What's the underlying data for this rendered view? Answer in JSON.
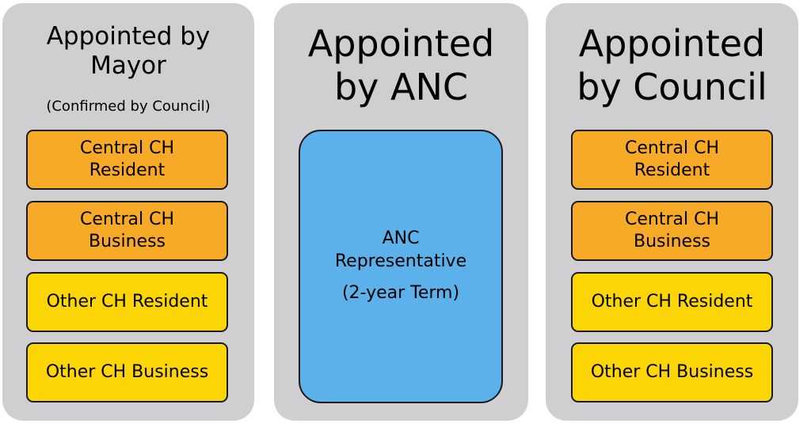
{
  "columns": {
    "mayor": {
      "heading_line1": "Appointed by",
      "heading_line2": "Mayor",
      "subheading": "(Confirmed by Council)",
      "boxes": [
        "Central CH Resident",
        "Central CH Business",
        "Other CH Resident",
        "Other CH Business"
      ],
      "boxes_line1": [
        "Central CH",
        "Central CH"
      ],
      "boxes_line2": [
        "Resident",
        "Business"
      ]
    },
    "anc": {
      "heading_line1": "Appointed",
      "heading_line2": "by ANC",
      "box_line1": "ANC",
      "box_line2": "Representative",
      "box_term": "(2-year Term)"
    },
    "council": {
      "heading_line1": "Appointed",
      "heading_line2": "by Council",
      "boxes": [
        "Central CH Resident",
        "Central CH Business",
        "Other CH Resident",
        "Other CH Business"
      ],
      "boxes_line1": [
        "Central CH",
        "Central CH"
      ],
      "boxes_line2": [
        "Resident",
        "Business"
      ]
    }
  },
  "colors": {
    "panel": "#cfcfd1",
    "central": "#f7a928",
    "other": "#fcd504",
    "anc": "#5db1ea"
  }
}
